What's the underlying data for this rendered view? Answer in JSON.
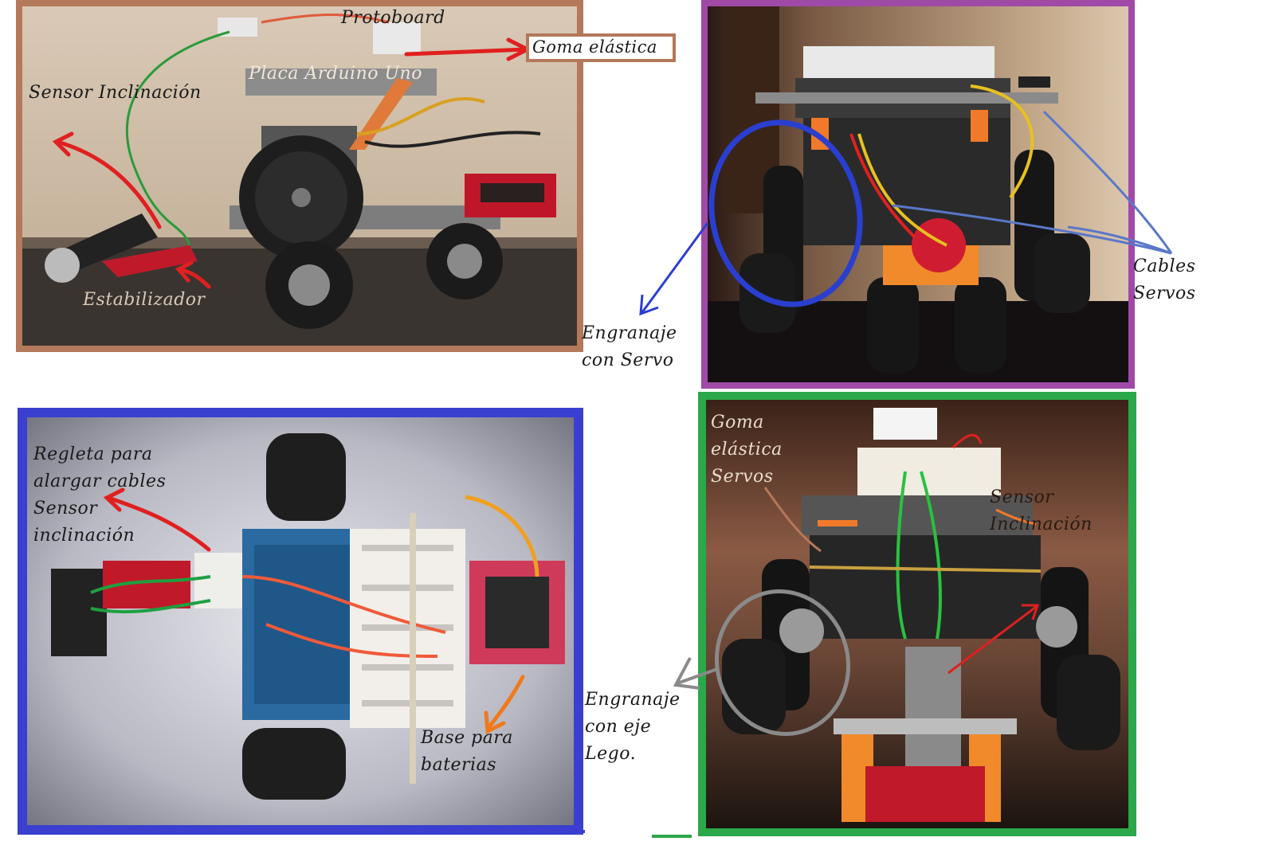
{
  "panels": {
    "side_view": {
      "border_color": "#b4785a",
      "labels": {
        "protoboard": "Protoboard",
        "goma": "Goma elástica",
        "placa": "Placa Arduino Uno",
        "sensor": "Sensor Inclinación",
        "estabilizador": "Estabilizador"
      }
    },
    "front_view": {
      "border_color": "#a04aa8",
      "labels": {
        "cables": "Cables\nServos",
        "engranaje": "Engranaje\ncon Servo"
      }
    },
    "top_view": {
      "border_color": "#3a3fd0",
      "labels": {
        "regleta": "Regleta para\nalargar cables\nSensor\ninclinación",
        "base": "Base para\nbaterias"
      }
    },
    "rear_view": {
      "border_color": "#2aa84a",
      "labels": {
        "goma": "Goma\nelástica\nServos",
        "sensor": "Sensor\nInclinación",
        "engranaje": "Engranaje\ncon eje\nLego."
      }
    }
  },
  "colors": {
    "arrow_red": "#e02020",
    "arrow_blue": "#2a3fd0",
    "arrow_orange": "#f07a1a",
    "arrow_gray": "#8a8a8a"
  },
  "icons": [
    "arrow-icon",
    "circle-marker-icon"
  ]
}
